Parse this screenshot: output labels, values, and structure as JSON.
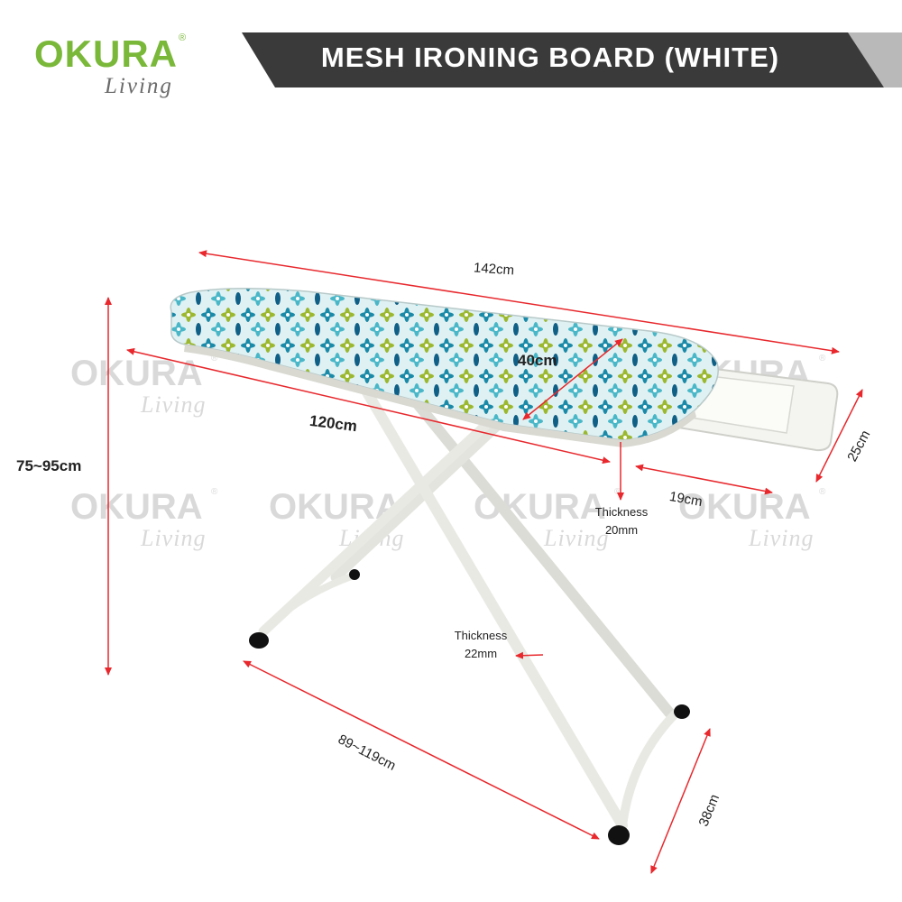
{
  "brand": {
    "name": "OKURA",
    "registered": "®",
    "sub": "Living"
  },
  "title": "MESH IRONING BOARD (WHITE)",
  "colors": {
    "brand_green": "#7ab83a",
    "banner_dark": "#3a3a3a",
    "banner_light": "#b9b9b9",
    "dimension_line": "#e8282d"
  },
  "watermark": {
    "name": "OKURA",
    "registered": "®",
    "sub": "Living"
  },
  "dimensions": {
    "length": "142cm",
    "board_length": "120cm",
    "width": "40cm",
    "height": "75~95cm",
    "rest_length": "19cm",
    "rest_width": "25cm",
    "board_thickness_label": "Thickness",
    "board_thickness_value": "20mm",
    "leg_thickness_label": "Thickness",
    "leg_thickness_value": "22mm",
    "leg_span": "89~119cm",
    "foot_width": "38cm"
  }
}
